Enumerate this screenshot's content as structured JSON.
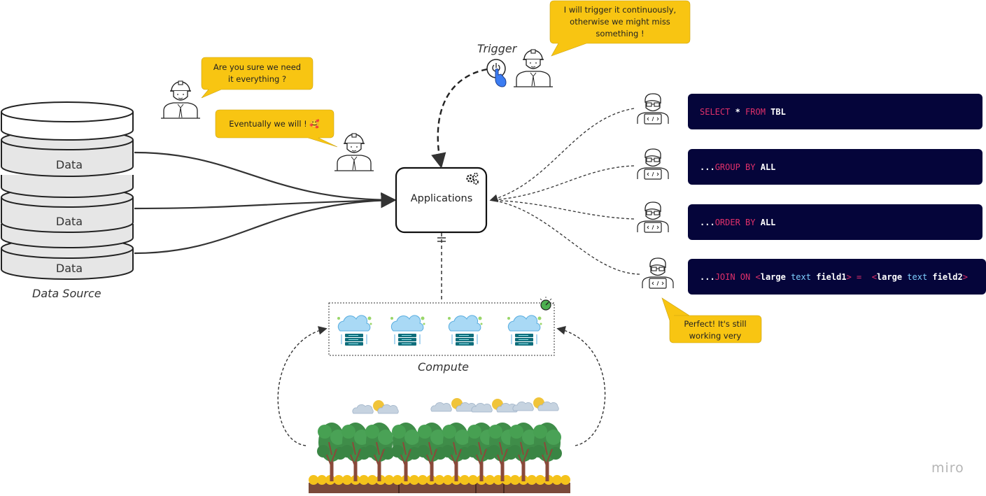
{
  "data_source": {
    "layers": [
      "Data",
      "Data",
      "Data"
    ],
    "caption": "Data Source"
  },
  "bubbles": {
    "sure": "Are you sure we need it everything ?",
    "eventually": "Eventually we will ! 🥰",
    "trigger_speech": "I will trigger it continuously, otherwise we might miss something !",
    "perfect": "Perfect! It's still working very"
  },
  "trigger_label": "Trigger",
  "applications": {
    "label": "Applications",
    "icon": "gears-icon"
  },
  "compute": {
    "caption": "Compute",
    "servers": 4,
    "status_icon": "timer-icon"
  },
  "queries": [
    {
      "parts": [
        {
          "t": "SELECT ",
          "c": "kw"
        },
        {
          "t": "* ",
          "c": "wh"
        },
        {
          "t": "FROM ",
          "c": "kw"
        },
        {
          "t": "TBL",
          "c": "wh"
        }
      ]
    },
    {
      "parts": [
        {
          "t": "...",
          "c": "wh"
        },
        {
          "t": "GROUP BY ",
          "c": "kw"
        },
        {
          "t": "ALL",
          "c": "wh"
        }
      ]
    },
    {
      "parts": [
        {
          "t": "...",
          "c": "wh"
        },
        {
          "t": "ORDER BY ",
          "c": "kw"
        },
        {
          "t": "ALL",
          "c": "wh"
        }
      ]
    },
    {
      "parts": [
        {
          "t": "...",
          "c": "wh"
        },
        {
          "t": "JOIN ON ",
          "c": "kw"
        },
        {
          "t": "<",
          "c": "kw"
        },
        {
          "t": "large ",
          "c": "wh"
        },
        {
          "t": "text ",
          "c": "ty"
        },
        {
          "t": "field1",
          "c": "wh"
        },
        {
          "t": "> = ",
          "c": "kw"
        },
        {
          "t": " <",
          "c": "kw"
        },
        {
          "t": "large ",
          "c": "wh"
        },
        {
          "t": "text ",
          "c": "ty"
        },
        {
          "t": "field2",
          "c": "wh"
        },
        {
          "t": ">",
          "c": "kw"
        }
      ]
    }
  ],
  "watermark": "miro",
  "colors": {
    "bubble": "#f8c512",
    "code_bg": "#05053a",
    "keyword": "#e0306a",
    "type": "#7fd0ff",
    "tree_green": "#3f8d49",
    "trunk": "#8a4a3a",
    "soil": "#7a4a3a",
    "flower": "#f4c21b"
  }
}
